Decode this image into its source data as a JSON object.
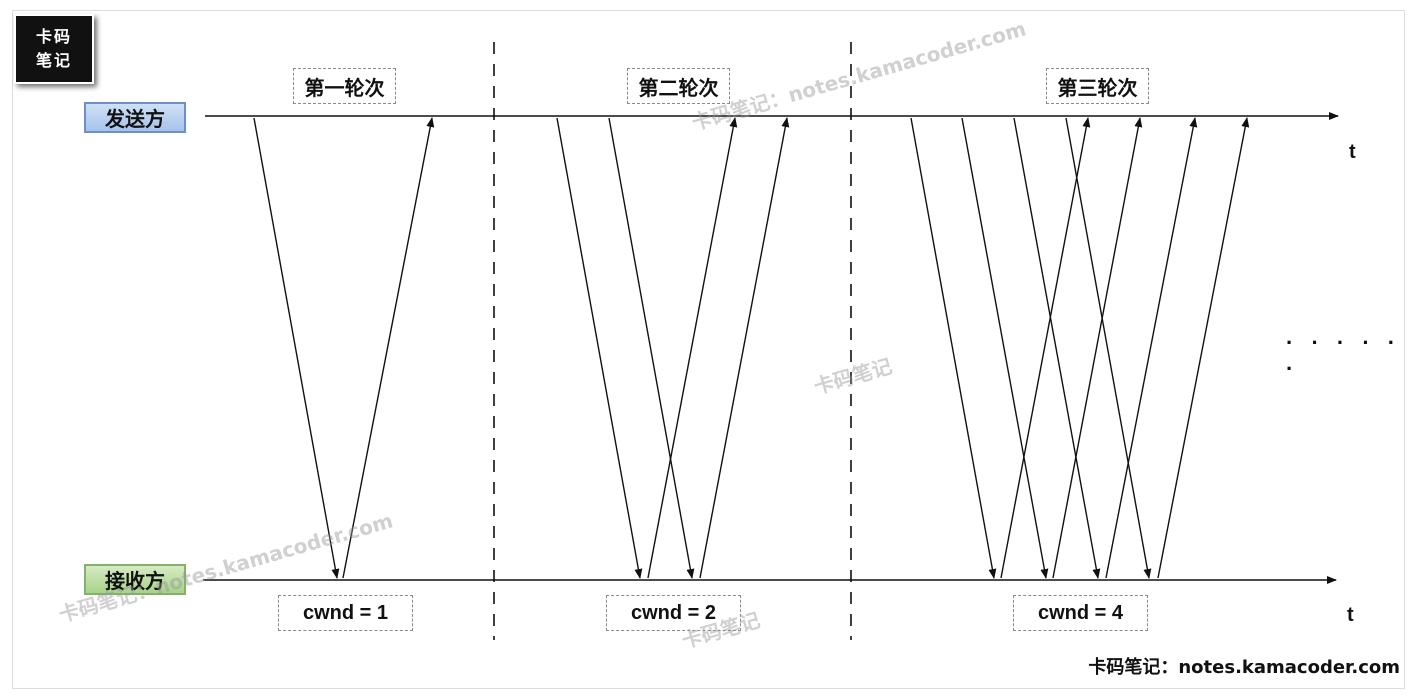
{
  "logo": {
    "line1": "卡码",
    "line2": "笔记"
  },
  "sender": {
    "label": "发送方"
  },
  "receiver": {
    "label": "接收方"
  },
  "axis": {
    "time_label": "t"
  },
  "rounds": [
    {
      "title": "第一轮次",
      "cwnd": "cwnd = 1"
    },
    {
      "title": "第二轮次",
      "cwnd": "cwnd = 2"
    },
    {
      "title": "第三轮次",
      "cwnd": "cwnd = 4"
    }
  ],
  "ellipsis": "· · · · · ·",
  "footer": "卡码笔记：notes.kamacoder.com",
  "watermarks": {
    "top": "卡码笔记：notes.kamacoder.com",
    "middle": "卡码笔记",
    "bottom_left": "卡码笔记：notes.kamacoder.com",
    "bottom_mid": "卡码笔记"
  },
  "colors": {
    "line": "#111111",
    "sender_fill": "#b7cfef",
    "receiver_fill": "#bcdca3",
    "divider": "#111111"
  }
}
